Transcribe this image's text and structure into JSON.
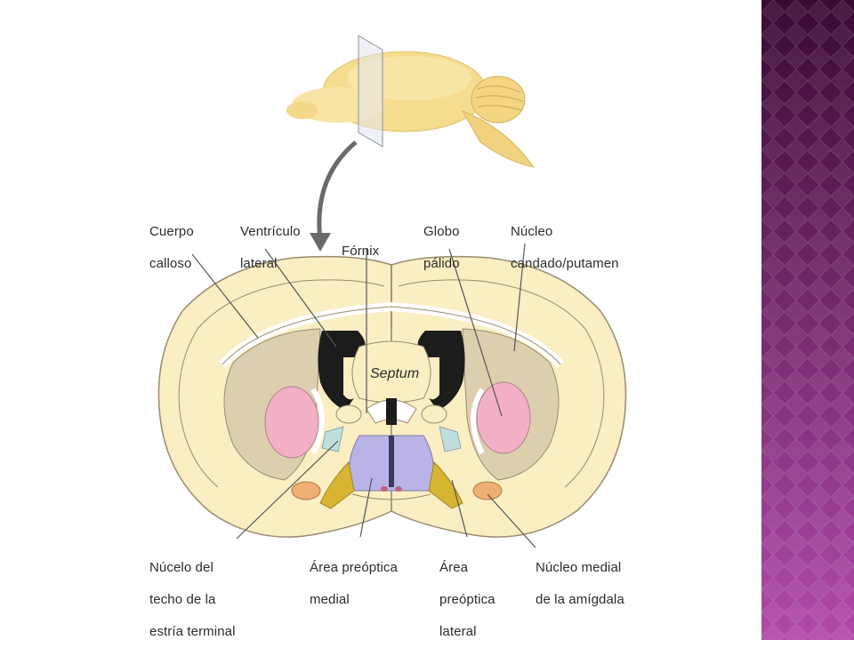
{
  "colors": {
    "panel_dark": "#3a0a33",
    "panel_light": "#b04aa8",
    "brain_fill": "#fbeec3",
    "brain_stroke": "#9a8a70",
    "striatum": "#dccfae",
    "globus_pallidus": "#f2b1c6",
    "ventricle": "#1c1c1c",
    "preoptic_medial": "#b9b3e6",
    "preoptic_lateral": "#d7b533",
    "amygdala_nucleus": "#efae72",
    "bst": "#bfe0de"
  },
  "diagram": {
    "label_septum": "Septum",
    "labels": {
      "cuerpo_calloso": [
        "Cuerpo",
        "calloso"
      ],
      "ventriculo_lateral": [
        "Ventrículo",
        "lateral"
      ],
      "fornix": [
        "Fórnix"
      ],
      "globo_palido": [
        "Globo",
        "pálido"
      ],
      "nucleo_caudado": [
        "Núcleo",
        "candado/putamen"
      ],
      "nucleo_techo": [
        "Núcelo del",
        "techo de la",
        "estría terminal"
      ],
      "area_preoptica_medial": [
        "Área preóptica",
        "medial"
      ],
      "area_preoptica_lateral": [
        "Área",
        "preóptica",
        "lateral"
      ],
      "nucleo_medial_amigdala": [
        "Núcleo medial",
        "de la amígdala"
      ]
    }
  }
}
